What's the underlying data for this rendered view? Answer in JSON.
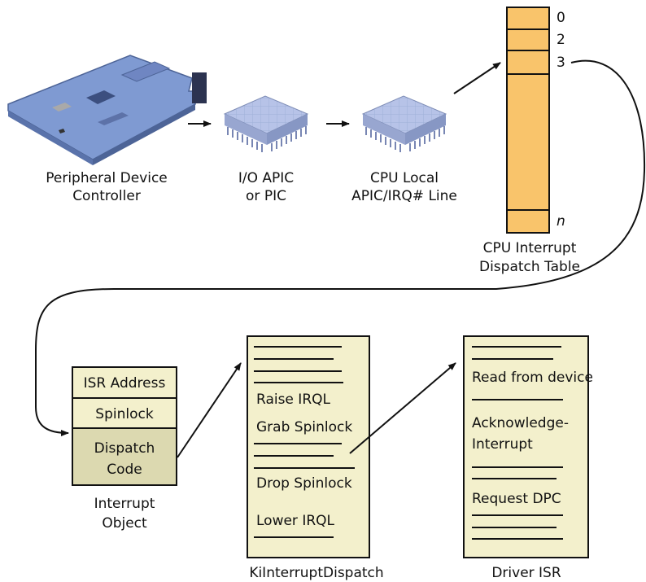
{
  "nodes": {
    "peripheral": {
      "label_line1": "Peripheral Device",
      "label_line2": "Controller"
    },
    "ioapic": {
      "label_line1": "I/O APIC",
      "label_line2": "or PIC"
    },
    "cpu_local": {
      "label_line1": "CPU Local",
      "label_line2": "APIC/IRQ# Line"
    },
    "idt": {
      "entries": [
        "0",
        "2",
        "3"
      ],
      "last_entry": "n",
      "label_line1": "CPU Interrupt",
      "label_line2": "Dispatch Table"
    },
    "interrupt_object": {
      "fields": [
        "ISR Address",
        "Spinlock"
      ],
      "dispatch_line1": "Dispatch",
      "dispatch_line2": "Code",
      "label_line1": "Interrupt",
      "label_line2": "Object"
    },
    "ki_dispatch": {
      "steps": [
        "Raise IRQL",
        "Grab Spinlock",
        "Drop Spinlock",
        "Lower IRQL"
      ],
      "label": "KiInterruptDispatch"
    },
    "driver_isr": {
      "step1": "Read from device",
      "step2_line1": "Acknowledge-",
      "step2_line2": "Interrupt",
      "step3": "Request DPC",
      "label": "Driver ISR"
    }
  },
  "colors": {
    "idt_fill": "#f9c46b",
    "box_fill": "#f3f0cc",
    "dispatch_fill": "#dcd9b0",
    "card_fill": "#7f9ad2",
    "chip_fill": "#b7c3e8"
  }
}
